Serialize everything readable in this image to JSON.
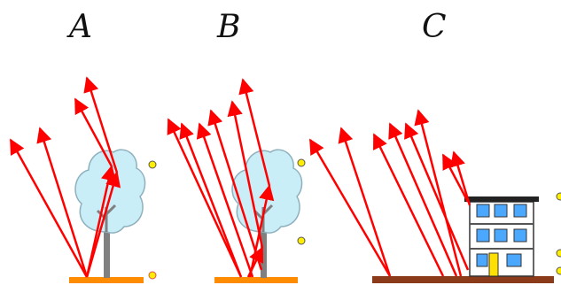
{
  "labels": {
    "a": "A",
    "b": "B",
    "c": "C"
  },
  "colors": {
    "ray": "#ff0000",
    "ground_a": "#ff8c00",
    "ground_b": "#ff8c00",
    "ground_c": "#8b3a1a",
    "tree_crown": "#c9eef8",
    "tree_trunk": "#808080",
    "dot": "#ffee00",
    "building_wall": "#ffffff",
    "window": "#4aa8ff",
    "roof": "#222222",
    "door": "#ffe000"
  },
  "icons": [
    "tree-icon",
    "tree-icon",
    "building-icon"
  ]
}
